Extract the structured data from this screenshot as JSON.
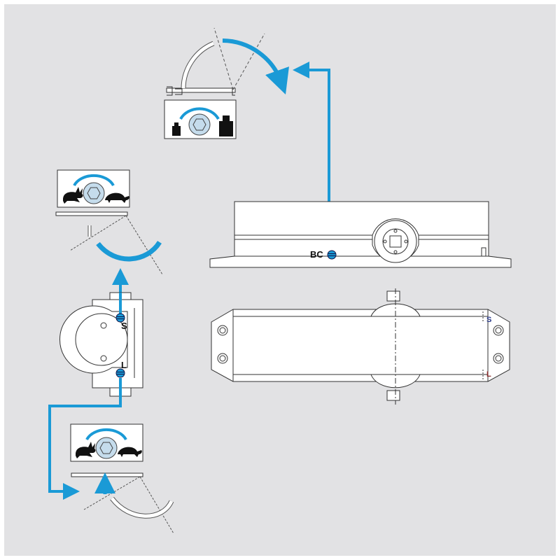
{
  "labels": {
    "backcheck": "BC",
    "side_strength": "S",
    "side_latch": "L",
    "top_strength": "S",
    "top_latch": "L"
  },
  "colors": {
    "background": "#e2e2e4",
    "accent_blue": "#1a9ad6",
    "line": "#333333",
    "light_blue": "#c5dcec"
  },
  "icons": [
    "weight-light-icon",
    "weight-heavy-icon",
    "hex-nut-icon",
    "rabbit-icon",
    "tortoise-icon",
    "rotate-arrow-icon"
  ]
}
